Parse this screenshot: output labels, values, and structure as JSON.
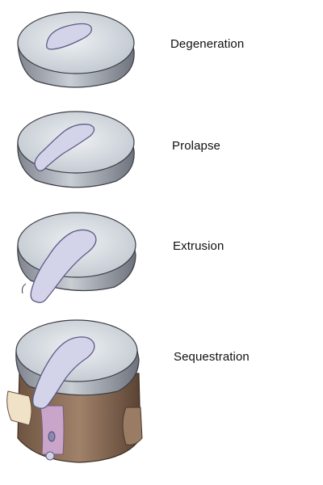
{
  "stages": [
    {
      "label": "Degeneration"
    },
    {
      "label": "Prolapse"
    },
    {
      "label": "Extrusion"
    },
    {
      "label": "Sequestration"
    }
  ],
  "colors": {
    "disc_top": "#d6dde3",
    "disc_side": "#9ea4ad",
    "disc_edge": "#3d3d45",
    "nucleus": "#cfd0e8",
    "nucleus_edge": "#6a6890",
    "vertebra": "#8a6b55",
    "vertebra_dark": "#5a4232",
    "cord": "#c9a6c9",
    "bone_light": "#efe2c7"
  }
}
